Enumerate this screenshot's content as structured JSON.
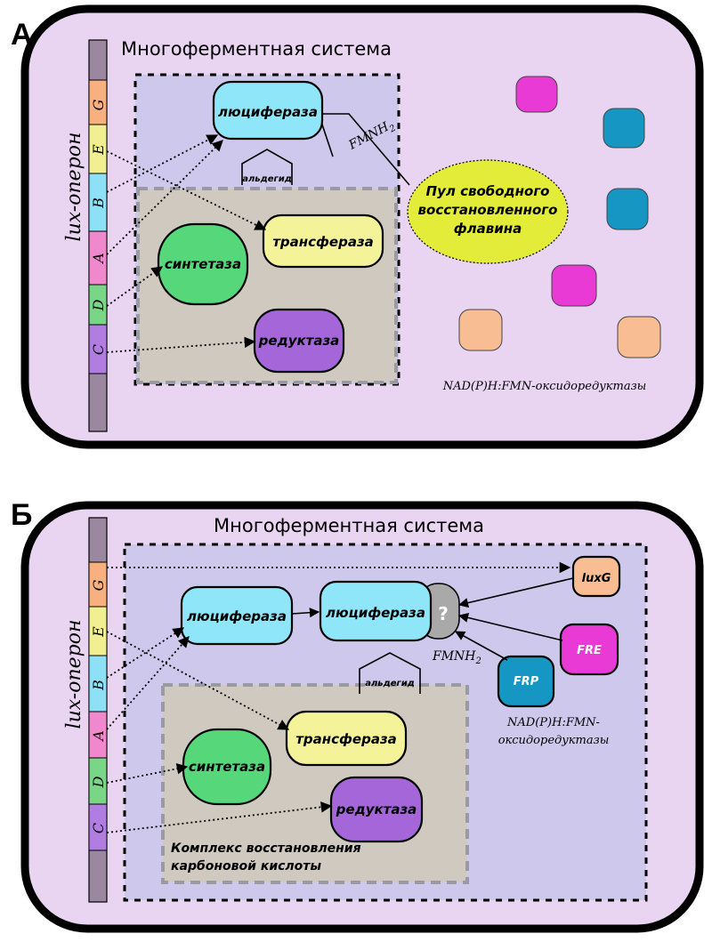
{
  "panel_a": {
    "letter": "А",
    "system_title": "Многоферментная система",
    "operon_label": "lux-оперон",
    "genes": [
      "G",
      "E",
      "B",
      "A",
      "D",
      "C"
    ],
    "enzymes": {
      "luciferase": "люциферaза",
      "transferase": "трансфераза",
      "synthetase": "синтетаза",
      "reductase": "редуктаза"
    },
    "aldehyde": "альдегид",
    "fmnh2": "FMNH",
    "fmnh2_sub": "2",
    "pool": [
      "Пул свободного",
      "восстановленного",
      "флавина"
    ],
    "oxidoreductases": "NAD(P)H:FMN-оксидоредуктазы"
  },
  "panel_b": {
    "letter": "Б",
    "system_title": "Многоферментная система",
    "operon_label": "lux-оперон",
    "genes": [
      "G",
      "E",
      "B",
      "A",
      "D",
      "C"
    ],
    "enzymes": {
      "luciferase_1": "люциферaза",
      "luciferase_2": "люциферaза",
      "transferase": "трансфераза",
      "synthetase": "синтетаза",
      "reductase": "редуктаза",
      "unknown": "?",
      "luxg": "luxG",
      "fre": "FRE",
      "frp": "FRP"
    },
    "aldehyde": "альдегид",
    "fmnh2": "FMNH",
    "fmnh2_sub": "2",
    "oxidoreductases": [
      "NAD(P)H:FMN-",
      "оксидоредуктазы"
    ],
    "complex": [
      "Комплекс восстановления",
      "карбоновой кислоты"
    ]
  },
  "colors": {
    "luciferase": "#8fe6f8",
    "transferase": "#f4f39a",
    "synthetase": "#55d77a",
    "reductase": "#a466d8",
    "magenta": "#ea3ad6",
    "teal": "#1696c2",
    "peach": "#f8bd92",
    "flavin_pool": "#e4ec3a"
  }
}
